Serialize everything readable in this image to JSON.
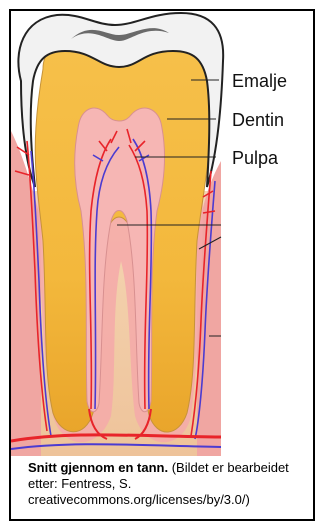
{
  "labels": {
    "enamel": "Emalje",
    "dentin": "Dentin",
    "pulp": "Pulpa"
  },
  "caption": {
    "title": "Snitt gjennom en tann.",
    "text": " (Bildet er bearbeidet etter: Fentress, S. creativecommons.org/licenses/by/3.0/)"
  },
  "colors": {
    "enamel": "#f3f3f3",
    "dentin": "#f4c24d",
    "pulp": "#f5b1b1",
    "gum": "#f1a6a3",
    "bone": "#f2cfaa",
    "artery": "#e8242a",
    "vein": "#4b3bd1"
  }
}
